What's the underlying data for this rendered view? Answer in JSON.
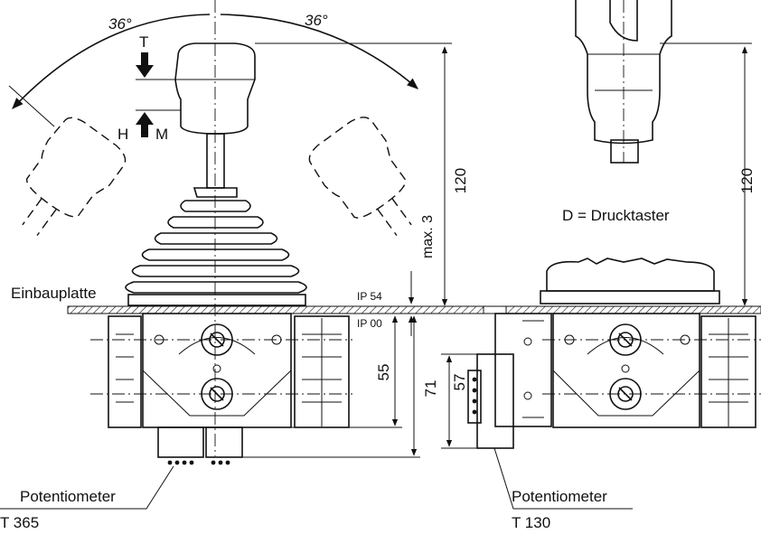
{
  "angles": {
    "left": "36°",
    "right": "36°"
  },
  "direction_labels": {
    "top": "T",
    "left": "H",
    "right": "M"
  },
  "dimensions": {
    "height_left": "120",
    "height_right": "120",
    "gap": "max. 3",
    "below_plate_left": "55",
    "total_left": "71",
    "side_module": "57"
  },
  "protection": {
    "above": "IP 54",
    "below": "IP 00"
  },
  "labels": {
    "mounting_plate": "Einbauplatte",
    "push_button": "D = Drucktaster",
    "pot_left_name": "Potentiometer",
    "pot_left_type": "T 365",
    "pot_right_name": "Potentiometer",
    "pot_right_type": "T 130"
  }
}
